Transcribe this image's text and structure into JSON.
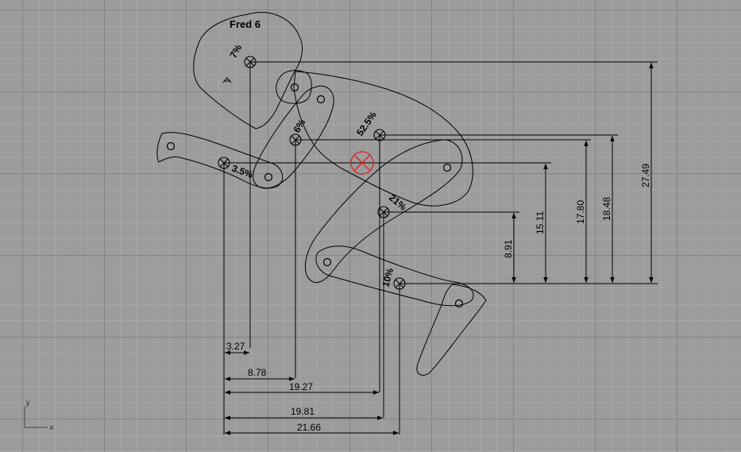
{
  "title": "Fred 6",
  "axes": {
    "x_label": "x",
    "y_label": "y"
  },
  "view_letter": "A",
  "colors": {
    "background": "#9c9c9c",
    "grid_minor": "#a7a7a7",
    "grid_major": "#858585",
    "ink": "#000000",
    "cg_marker": "#e02020"
  },
  "segments": [
    {
      "id": "head",
      "percent": "7%"
    },
    {
      "id": "upper-arm",
      "percent": "6%"
    },
    {
      "id": "forearm",
      "percent": "3.5%"
    },
    {
      "id": "torso",
      "percent": "52.5%"
    },
    {
      "id": "thigh",
      "percent": "21%"
    },
    {
      "id": "lower-leg",
      "percent": "10%"
    }
  ],
  "horizontal_dimensions": [
    {
      "id": "dim-h-3-27",
      "value": "3.27"
    },
    {
      "id": "dim-h-8-78",
      "value": "8.78"
    },
    {
      "id": "dim-h-19-27",
      "value": "19.27"
    },
    {
      "id": "dim-h-19-81",
      "value": "19.81"
    },
    {
      "id": "dim-h-21-66",
      "value": "21.66"
    }
  ],
  "vertical_dimensions": [
    {
      "id": "dim-v-8-91",
      "value": "8.91"
    },
    {
      "id": "dim-v-15-11",
      "value": "15.11"
    },
    {
      "id": "dim-v-17-80",
      "value": "17.80"
    },
    {
      "id": "dim-v-18-48",
      "value": "18.48"
    },
    {
      "id": "dim-v-27-49",
      "value": "27.49"
    }
  ]
}
